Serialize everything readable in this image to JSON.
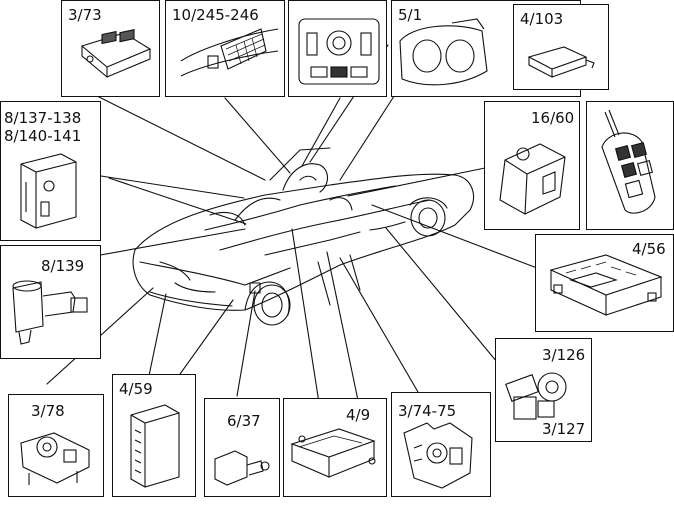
{
  "diagram": {
    "components": [
      {
        "id": "c1",
        "labels": [
          "3/73"
        ],
        "part": "switch-panel"
      },
      {
        "id": "c2",
        "labels": [
          "10/245-246"
        ],
        "part": "speaker-grille"
      },
      {
        "id": "c3",
        "labels": [],
        "part": "climate-control-panel"
      },
      {
        "id": "c4",
        "labels": [
          "5/1"
        ],
        "part": "instrument-cluster"
      },
      {
        "id": "c5",
        "labels": [
          "4/103"
        ],
        "part": "module"
      },
      {
        "id": "c6",
        "labels": [
          "8/137-138",
          "8/140-141"
        ],
        "part": "sensor-unit"
      },
      {
        "id": "c7",
        "labels": [
          "16/60"
        ],
        "part": "steering-column-module"
      },
      {
        "id": "c8",
        "labels": [],
        "part": "remote-key"
      },
      {
        "id": "c9",
        "labels": [
          "8/139"
        ],
        "part": "inflator"
      },
      {
        "id": "c10",
        "labels": [
          "4/56"
        ],
        "part": "fuse-relay-box"
      },
      {
        "id": "c11",
        "labels": [
          "3/126",
          "3/127"
        ],
        "part": "window-motor"
      },
      {
        "id": "c12",
        "labels": [
          "3/78"
        ],
        "part": "lock-actuator"
      },
      {
        "id": "c13",
        "labels": [
          "4/59"
        ],
        "part": "control-module"
      },
      {
        "id": "c14",
        "labels": [
          "6/37"
        ],
        "part": "fuel-filler-actuator"
      },
      {
        "id": "c15",
        "labels": [
          "4/9"
        ],
        "part": "srs-module"
      },
      {
        "id": "c16",
        "labels": [
          "3/74-75"
        ],
        "part": "door-lock"
      }
    ]
  }
}
